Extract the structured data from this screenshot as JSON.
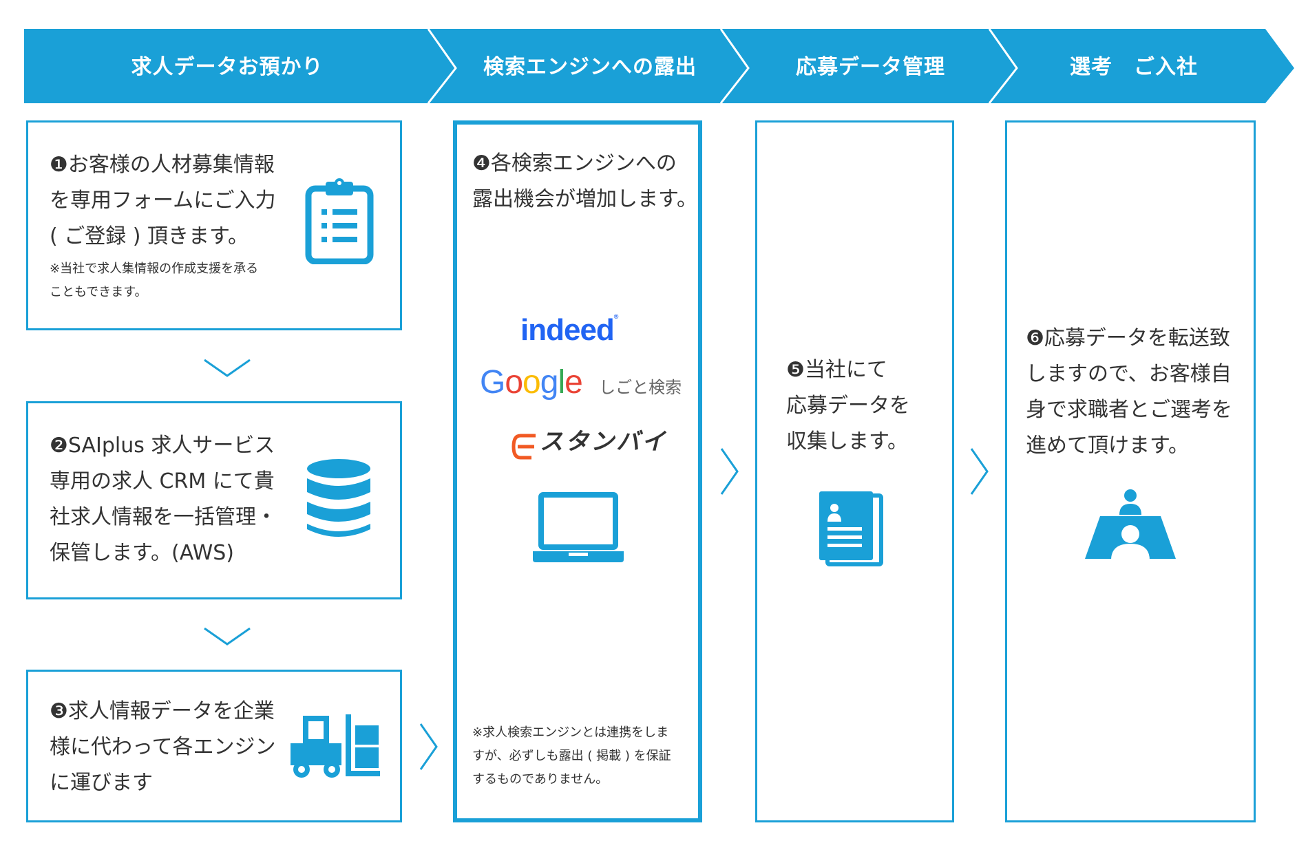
{
  "colors": {
    "accent": "#1aa0d7",
    "text": "#333333",
    "white": "#ffffff"
  },
  "header": {
    "steps": [
      {
        "label": "求人データお預かり"
      },
      {
        "label": "検索エンジンへの露出"
      },
      {
        "label": "応募データ管理"
      },
      {
        "label": "選考　ご入社"
      }
    ]
  },
  "boxes": {
    "step1": {
      "text": "❶お客様の人材募集情報\nを専用フォームにご入力\n( ご登録 ) 頂きます。",
      "note": "※当社で求人集情報の作成支援を承る\nこともできます。",
      "icon": "clipboard-icon"
    },
    "step2": {
      "text": "❷SAIplus 求人サービス\n専用の求人 CRM にて貴\n社求人情報を一括管理・\n保管します。(AWS)",
      "icon": "database-icon"
    },
    "step3": {
      "text": "❸求人情報データを企業\n様に代わって各エンジン\nに運びます",
      "icon": "forklift-icon"
    },
    "step4": {
      "text": "❹各検索エンジンへの\n露出機会が増加します。",
      "note": "※求人検索エンジンとは連携をしま\nすが、必ずしも露出 ( 掲載 ) を保証\nするものでありません。",
      "logos": {
        "indeed": "indeed",
        "google": "Google",
        "google_sub": "しごと検索",
        "stanby": "スタンバイ"
      },
      "icon": "laptop-icon"
    },
    "step5": {
      "text": "❺当社にて\n応募データを\n収集します。",
      "icon": "resume-document-icon"
    },
    "step6": {
      "text": "❻応募データを転送致\nしますので、お客様自\n身で求職者とご選考を\n進めて頂けます。",
      "icon": "interview-icon"
    }
  }
}
